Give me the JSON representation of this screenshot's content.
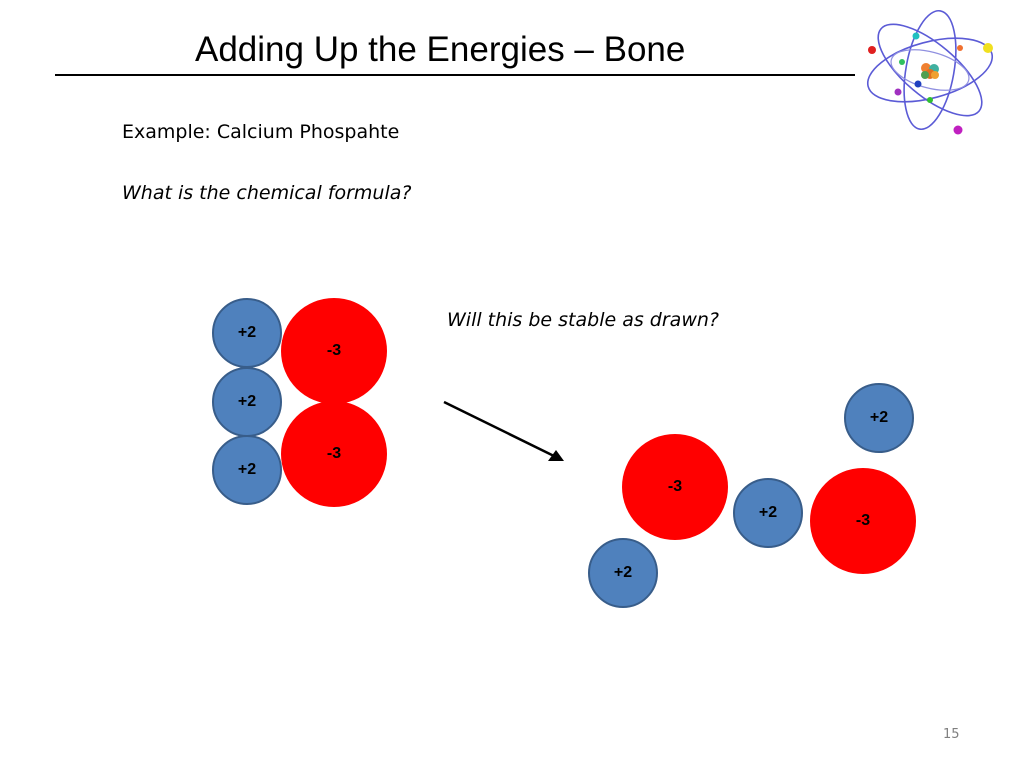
{
  "slide": {
    "title": "Adding Up the Energies – Bone",
    "example_line": "Example:  Calcium Phospahte",
    "question_formula": "What is the chemical formula?",
    "question_stable": "Will this be stable as drawn?",
    "page_number": "15"
  },
  "cluster_left": {
    "ions": [
      {
        "charge": "+2"
      },
      {
        "charge": "-3"
      },
      {
        "charge": "+2"
      },
      {
        "charge": "-3"
      },
      {
        "charge": "+2"
      }
    ]
  },
  "cluster_right": {
    "ions": [
      {
        "charge": "+2"
      },
      {
        "charge": "-3"
      },
      {
        "charge": "+2"
      },
      {
        "charge": "-3"
      },
      {
        "charge": "+2"
      }
    ]
  },
  "colors": {
    "cation_fill": "#4f81bd",
    "cation_border": "#385d8a",
    "anion_fill": "#ff0000",
    "arrow": "#000000"
  },
  "icons": {
    "atom": "atom-icon",
    "arrow": "arrow-icon"
  }
}
